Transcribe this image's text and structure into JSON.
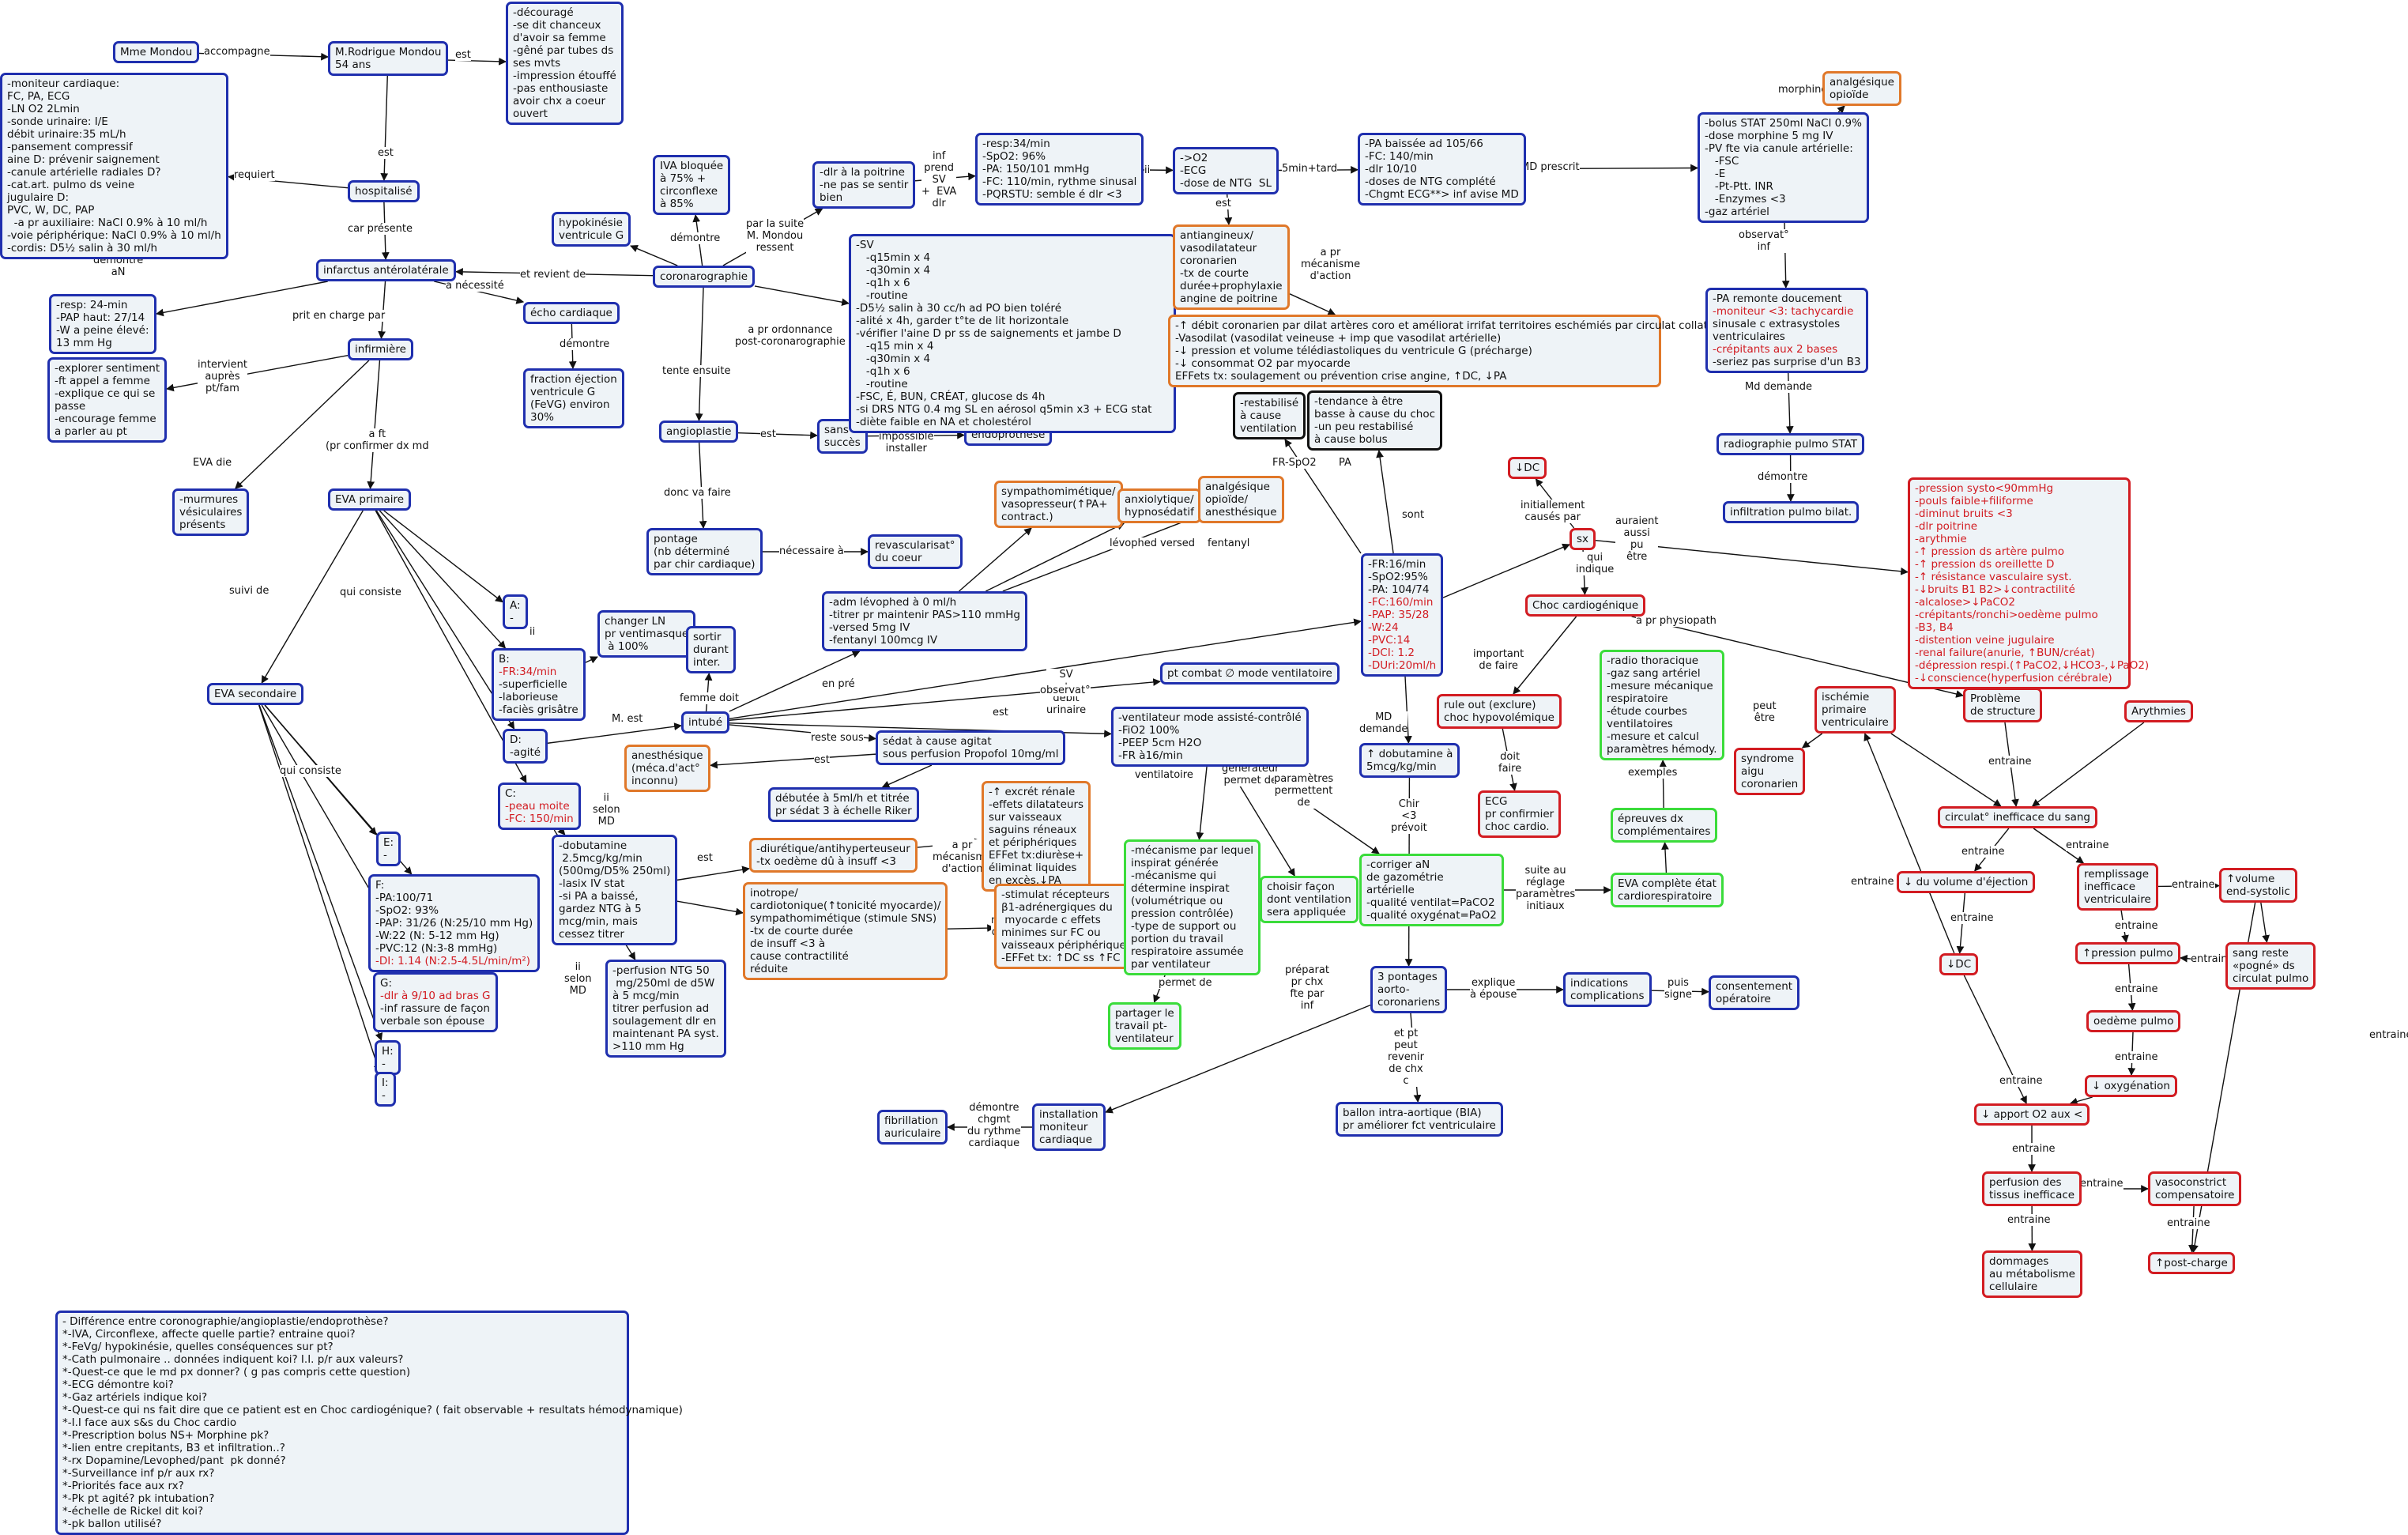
{
  "map": {
    "nodes": [
      {
        "id": "mme",
        "text": "Mme Mondou"
      },
      {
        "id": "mrondou",
        "text": "M.Rodrigue Mondou\n54 ans"
      },
      {
        "id": "decourage",
        "text": "-découragé\n-se dit chanceux\nd'avoir sa femme\n-gêné par tubes ds\nses mvts\n-impression étouffé\n-pas enthousiaste\navoir chx a coeur\nouvert"
      },
      {
        "id": "moniteur",
        "text": "-moniteur cardiaque:\nFC, PA, ECG\n-LN O2 2Lmin\n-sonde urinaire: I/E\ndébit urinaire:35 mL/h\n-pansement compressif\naine D: prévenir saignement\n-canule artérielle radiales D?\n-cat.art. pulmo ds veine\njugulaire D:\nPVC, W, DC, PAP\n  -a pr auxiliaire: NaCl 0.9% à 10 ml/h\n-voie périphérique: NaCl 0.9% à 10 ml/h\n-cordis: D5½ salin à 30 ml/h"
      },
      {
        "id": "hospitalise",
        "text": "hospitalisé"
      },
      {
        "id": "infarctus",
        "text": "infarctus antérolatérale"
      },
      {
        "id": "resp24",
        "text": "-resp: 24-min\n-PAP haut: 27/14\n-W a peine élevé:\n13 mm Hg"
      },
      {
        "id": "infirmiere",
        "text": "infirmière"
      },
      {
        "id": "explorer",
        "text": "-explorer sentiment\n-ft appel a femme\n-explique ce qui se\npasse\n-encourage femme\na parler au pt"
      },
      {
        "id": "murmures",
        "text": "-murmures\nvésiculaires\nprésents"
      },
      {
        "id": "evaprim",
        "text": "EVA primaire"
      },
      {
        "id": "evasec",
        "text": "EVA secondaire"
      },
      {
        "id": "A",
        "text": "A:\n-"
      },
      {
        "id": "B",
        "text": "B:\n-FR:34/min\n-superficielle\n-laborieuse\n-faciès grisâtre"
      },
      {
        "id": "Dag",
        "text": "D:\n-agité"
      },
      {
        "id": "C",
        "text": "C:\n-peau moite\n-FC: 150/min"
      },
      {
        "id": "E",
        "text": "E:\n-"
      },
      {
        "id": "F",
        "text": "F:\n-PA:100/71\n-SpO2: 93%\n-PAP: 31/26 (N:25/10 mm Hg)\n-W:22 (N: 5-12 mm Hg)\n-PVC:12 (N:3-8 mmHg)\n-DI: 1.14 (N:2.5-4.5L/min/m²)"
      },
      {
        "id": "G",
        "text": "G:\n-dlr à 9/10 ad bras G\n-inf rassure de façon\nverbale son épouse"
      },
      {
        "id": "H",
        "text": "H:\n-"
      },
      {
        "id": "I",
        "text": "I:\n-"
      },
      {
        "id": "changerln",
        "text": "changer LN\npr ventimasque\n à 100%"
      },
      {
        "id": "sortir",
        "text": "sortir\ndurant\ninter."
      },
      {
        "id": "intube",
        "text": "intubé"
      },
      {
        "id": "anesthesique",
        "text": "anesthésique\n(méca.d'act°\ninconnu)"
      },
      {
        "id": "sedat",
        "text": "sédat à cause agitat\nsous perfusion Propofol 10mg/ml"
      },
      {
        "id": "debutee",
        "text": "débutée à 5ml/h et titrée\npr sédat 3 à échelle Riker"
      },
      {
        "id": "dobutamine",
        "text": "-dobutamine\n 2.5mcg/kg/min\n(500mg/D5% 250ml)\n-lasix IV stat\n-si PA a baissé,\ngardez NTG à 5\nmcg/min, mais\ncessez titrer"
      },
      {
        "id": "perfntg",
        "text": "-perfusion NTG 50\n mg/250ml de d5W\nà 5 mcg/min\ntitrer perfusion ad\nsoulagement dlr en\nmaintenant PA syst.\n>110 mm Hg"
      },
      {
        "id": "diuretique",
        "text": "-diurétique/antihyperteuseur\n-tx oedème dû à insuff <3"
      },
      {
        "id": "inotrope",
        "text": "inotrope/\ncardiotonique(↑tonicité myocarde)/\nsympathomimétique (stimule SNS)\n-tx de courte durée\nde insuff <3 à\ncause contractilité\nréduite"
      },
      {
        "id": "excret",
        "text": "-↑ excrét rénale\n-effets dilatateurs\nsur vaisseaux\nsaguins réneaux\net périphériques\nEFFet tx:diurèse+\néliminat liquides\nen excès,↓PA"
      },
      {
        "id": "stimulat",
        "text": "-stimulat récepteurs\nβ1-adrénergiques du\n myocarde c effets\nminimes sur FC ou\nvaisseaux périphérique\n-EFFet tx: ↑DC ss ↑FC"
      },
      {
        "id": "hypokinesie",
        "text": "hypokinésie\nventricule G"
      },
      {
        "id": "ivabloq",
        "text": "IVA bloquée\nà 75% +\ncirconflexe\nà 85%"
      },
      {
        "id": "coronaro",
        "text": "coronarographie"
      },
      {
        "id": "echo",
        "text": "écho cardiaque"
      },
      {
        "id": "fraction",
        "text": "fraction éjection\nventricule G\n(FeVG) environ\n30%"
      },
      {
        "id": "angioplastie",
        "text": "angioplastie"
      },
      {
        "id": "sanssucces",
        "text": "sans\nsuccès"
      },
      {
        "id": "endoprothese",
        "text": "endoprothèse"
      },
      {
        "id": "pontage",
        "text": "pontage\n(nb déterminé\npar chir cardiaque)"
      },
      {
        "id": "revasc",
        "text": "revascularisat°\ndu coeur"
      },
      {
        "id": "dlrpoitrine",
        "text": "-dlr à la poitrine\n-ne pas se sentir\nbien"
      },
      {
        "id": "resp34",
        "text": "-resp:34/min\n-SpO2: 96%\n-PA: 150/101 mmHg\n-FC: 110/min, rythme sinusal\n-PQRSTU: semble é dlr <3"
      },
      {
        "id": "sv",
        "text": "-SV\n   -q15min x 4\n   -q30min x 4\n   -q1h x 6\n   -routine\n-D5½ salin à 30 cc/h ad PO bien toléré\n-alité x 4h, garder t°te de lit horizontale\n-vérifier l'aine D pr ss de saignements et jambe D\n   -q15 min x 4\n   -q30min x 4\n   -q1h x 6\n   -routine\n-FSC, É, BUN, CRÉAT, glucose ds 4h\n-si DRS NTG 0.4 mg SL en aérosol q5min x3 + ECG stat\n-diète faible en NA et cholestérol"
      },
      {
        "id": "o2",
        "text": "->O2\n-ECG\n-dose de NTG  SL"
      },
      {
        "id": "antiangineux",
        "text": "antiangineux/\nvasodilatateur\ncoronarien\n-tx de courte\ndurée+prophylaxie\nangine de poitrine"
      },
      {
        "id": "debitcoro",
        "text": "-↑ débit coronarien par dilat artères coro et améliorat irrifat territoires eschémiés par circulat collatérale\n-Vasodilat (vasodilat veineuse + imp que vasodilat artérielle)\n-↓ pression et volume télédiastoliques du ventricule G (précharge)\n-↓ consommat O2 par myocarde\nEFFets tx: soulagement ou prévention crise angine, ↑DC, ↓PA"
      },
      {
        "id": "pabaissee",
        "text": "-PA baissée ad 105/66\n-FC: 140/min\n-dlr 10/10\n-doses de NTG complété\n-Chgmt ECG**> inf avise MD"
      },
      {
        "id": "analgesique1",
        "text": "analgésique\nopioïde"
      },
      {
        "id": "bolus",
        "text": "-bolus STAT 250ml NaCl 0.9%\n-dose morphine 5 mg IV\n-PV fte via canule artérielle:\n   -FSC\n   -E\n   -Pt-Ptt. INR\n   -Enzymes <3\n-gaz artériel"
      },
      {
        "id": "paremonte",
        "text": "-PA remonte doucement\n-moniteur <3: tachycardie\nsinusale c extrasystoles\nventriculaires\n-crépitants aux 2 bases\n-seriez pas surprise d'un B3"
      },
      {
        "id": "radiostat",
        "text": "radiographie pulmo STAT"
      },
      {
        "id": "infiltration",
        "text": "infiltration pulmo bilat."
      },
      {
        "id": "symptoms",
        "text": "-pression systo<90mmHg\n-pouls faible+filiforme\n-diminut bruits <3\n-dlr poitrine\n-arythmie\n-↑ pression ds artère pulmo\n-↑ pression ds oreillette D\n-↑ résistance vasculaire syst.\n-↓bruits B1 B2>↓contractilité\n-alcalose>↓PaCO2\n-crépitants/ronchi>oedème pulmo\n-B3, B4\n-distention veine jugulaire\n-renal failure(anurie, ↑BUN/créat)\n-dépression respi.(↑PaCO2,↓HCO3-,↓PaO2)\n-↓conscience(hyperfusion cérébrale)"
      },
      {
        "id": "restabilise",
        "text": "-restabilisé\nà cause\nventilation"
      },
      {
        "id": "tendance",
        "text": "-tendance à être\nbasse à cause du choc\n-un peu restabilisé\nà cause bolus"
      },
      {
        "id": "ldc",
        "text": "↓DC"
      },
      {
        "id": "sx",
        "text": "sx"
      },
      {
        "id": "sympath",
        "text": "sympathomimétique/\nvasopresseur(↑PA+\ncontract.)"
      },
      {
        "id": "anxiolytique",
        "text": "anxiolytique/\nhypnosédatif"
      },
      {
        "id": "analgesique2",
        "text": "analgésique\nopioïde/\nanesthésique"
      },
      {
        "id": "admlevo",
        "text": "-adm lévophed à 0 ml/h\n-titrer pr maintenir PAS>110 mmHg\n-versed 5mg IV\n-fentanyl 100mcg IV"
      },
      {
        "id": "fr16",
        "text": "-FR:16/min\n-SpO2:95%\n-PA: 104/74\n-FC:160/min\n-PAP: 35/28\n-W:24\n-PVC:14\n-DCI: 1.2\n-DUri:20ml/h"
      },
      {
        "id": "choc",
        "text": "Choc cardiogénique"
      },
      {
        "id": "ptcombat",
        "text": "pt combat ∅ mode ventilatoire"
      },
      {
        "id": "ventilmode",
        "text": "-ventilateur mode assisté-contrôlé\n-FiO2 100%\n-PEEP 5cm H2O\n-FR à16/min"
      },
      {
        "id": "dobut5",
        "text": "↑ dobutamine à\n5mcg/kg/min"
      },
      {
        "id": "ruleout",
        "text": "rule out (exclure)\nchoc hypovolémique"
      },
      {
        "id": "ecgconf",
        "text": "ECG\npr confirmier\nchoc cardio."
      },
      {
        "id": "radiothor",
        "text": "-radio thoracique\n-gaz sang artériel\n-mesure mécanique\nrespiratoire\n-étude courbes\nventilatoires\n-mesure et calcul\nparamètres hémody."
      },
      {
        "id": "epreuves",
        "text": "épreuves dx\ncomplémentaires"
      },
      {
        "id": "evacomplete",
        "text": "EVA complète état\ncardiorespiratoire"
      },
      {
        "id": "mecanisme",
        "text": "-mécanisme par lequel\ninspirat générée\n-mécanisme qui\ndétermine inspirat\n(volumétrique ou\npression contrôlée)\n-type de support ou\nportion du travail\nrespiratoire assumée\npar ventilateur"
      },
      {
        "id": "choisirfacon",
        "text": "choisir façon\ndont ventilation\nsera appliquée"
      },
      {
        "id": "corriger",
        "text": "-corriger aN\nde gazométrie\nartérielle\n-qualité ventilat=PaCO2\n-qualité oxygénat=PaO2"
      },
      {
        "id": "partager",
        "text": "partager le\ntravail pt-\nventilateur"
      },
      {
        "id": "pontages3",
        "text": "3 pontages\naorto-\ncoronariens"
      },
      {
        "id": "indications",
        "text": "indications\ncomplications"
      },
      {
        "id": "consentement",
        "text": "consentement\nopératoire"
      },
      {
        "id": "ballon",
        "text": "ballon intra-aortique (BIA)\npr améliorer fct ventriculaire"
      },
      {
        "id": "installmon",
        "text": "installation\nmoniteur\ncardiaque"
      },
      {
        "id": "fibrillation",
        "text": "fibrillation\nauriculaire"
      },
      {
        "id": "ischemie",
        "text": "ischémie\nprimaire\nventriculaire"
      },
      {
        "id": "syndrome",
        "text": "syndrome\naigu\ncoronarien"
      },
      {
        "id": "probleme",
        "text": "Problème\nde structure"
      },
      {
        "id": "arythmies",
        "text": "Arythmies"
      },
      {
        "id": "circulat",
        "text": "circulat° inefficace du sang"
      },
      {
        "id": "ldvolume",
        "text": "↓ du volume d'éjection"
      },
      {
        "id": "remplissage",
        "text": "remplissage\ninefficace\nventriculaire"
      },
      {
        "id": "volendsys",
        "text": "↑volume\nend-systolic"
      },
      {
        "id": "ldc2",
        "text": "↓DC"
      },
      {
        "id": "pressionpulmo",
        "text": "↑pression pulmo"
      },
      {
        "id": "sangreste",
        "text": "sang reste\n«pogné» ds\ncirculat pulmo"
      },
      {
        "id": "oedeme",
        "text": "oedème pulmo"
      },
      {
        "id": "oxygenation",
        "text": "↓ oxygénation"
      },
      {
        "id": "apporto2",
        "text": "↓ apport O2 aux <"
      },
      {
        "id": "perfusiontissus",
        "text": "perfusion des\ntissus inefficace"
      },
      {
        "id": "vasoconstrict",
        "text": "vasoconstrict\ncompensatoire"
      },
      {
        "id": "dommages",
        "text": "dommages\nau métabolisme\ncellulaire"
      },
      {
        "id": "postcharge",
        "text": "↑post-charge"
      },
      {
        "id": "questions",
        "text": "- Différence entre coronographie/angioplastie/endoprothèse?\n*-IVA, Circonflexe, affecte quelle partie? entraine quoi?\n*-FeVg/ hypokinésie, quelles conséquences sur pt?\n*-Cath pulmonaire .. données indiquent koi? I.I. p/r aux valeurs?\n*-Quest-ce que le md px donner? ( g pas compris cette question)\n*-ECG démontre koi?\n*-Gaz artériels indique koi?\n*-Quest-ce qui ns fait dire que ce patient est en Choc cardiogénique? ( fait observable + resultats hémodynamique)\n*-I.I face aux s&s du Choc cardio\n*-Prescription bolus NS+ Morphine pk?\n*-lien entre crepitants, B3 et infiltration..?\n*-rx Dopamine/Levophed/pant  pk donné?\n*-Surveillance inf p/r aux rx?\n*-Priorités face aux rx?\n*-Pk pt agité? pk intubation?\n*-échelle de Rickel dit koi?\n*-pk ballon utilisé?"
      }
    ],
    "labels": [
      {
        "id": "l1",
        "text": "accompagne"
      },
      {
        "id": "l2",
        "text": "est"
      },
      {
        "id": "l3",
        "text": "est"
      },
      {
        "id": "l4",
        "text": "requiert"
      },
      {
        "id": "l5",
        "text": "car présente"
      },
      {
        "id": "l6",
        "text": "démontre\naN"
      },
      {
        "id": "l7",
        "text": "a nécessité"
      },
      {
        "id": "l8",
        "text": "et revient de"
      },
      {
        "id": "l9",
        "text": "prit en charge par"
      },
      {
        "id": "l10",
        "text": "intervient\nauprès\npt/fam"
      },
      {
        "id": "l11",
        "text": "EVA die"
      },
      {
        "id": "l12",
        "text": "a ft\n(pr confirmer dx md"
      },
      {
        "id": "l13",
        "text": "suivi de"
      },
      {
        "id": "l14",
        "text": "qui consiste"
      },
      {
        "id": "l15",
        "text": "qui consiste"
      },
      {
        "id": "l16",
        "text": "ii"
      },
      {
        "id": "l17",
        "text": "M. est"
      },
      {
        "id": "l18",
        "text": "femme doit"
      },
      {
        "id": "l19",
        "text": "ii\nselon\nMD"
      },
      {
        "id": "l20",
        "text": "ii\nselon\nMD"
      },
      {
        "id": "l21",
        "text": "est"
      },
      {
        "id": "l22",
        "text": "a pr\nmécanisme\nd'action"
      },
      {
        "id": "l23",
        "text": "a pr\nméca.\nd'act°"
      },
      {
        "id": "l24",
        "text": "démontre"
      },
      {
        "id": "l25",
        "text": "par la suite\nM. Mondou\nressent"
      },
      {
        "id": "l26",
        "text": "démontre"
      },
      {
        "id": "l27",
        "text": "a pr ordonnance\npost-coronarographie"
      },
      {
        "id": "l28",
        "text": "tente ensuite"
      },
      {
        "id": "l29",
        "text": "est"
      },
      {
        "id": "l30",
        "text": "car\nimpossible\ninstaller"
      },
      {
        "id": "l31",
        "text": "donc va faire"
      },
      {
        "id": "l32",
        "text": "nécessaire à"
      },
      {
        "id": "l33",
        "text": "inf\nprend\nSV\n+  EVA\ndlr"
      },
      {
        "id": "l34",
        "text": "ii"
      },
      {
        "id": "l35",
        "text": "5min+tard"
      },
      {
        "id": "l36",
        "text": "est"
      },
      {
        "id": "l37",
        "text": "a pr\nmécanisme\nd'action"
      },
      {
        "id": "l38",
        "text": "MD prescrit"
      },
      {
        "id": "l39",
        "text": "morphine"
      },
      {
        "id": "l40",
        "text": "observat°\ninf"
      },
      {
        "id": "l41",
        "text": "Md demande"
      },
      {
        "id": "l42",
        "text": "démontre"
      },
      {
        "id": "l43",
        "text": "FR-SpO2"
      },
      {
        "id": "l44",
        "text": "PA"
      },
      {
        "id": "l45",
        "text": "initiallement\ncausés par"
      },
      {
        "id": "l46",
        "text": "sont"
      },
      {
        "id": "l47",
        "text": "auraient\naussi\npu\nêtre"
      },
      {
        "id": "l48",
        "text": "qui\nindique"
      },
      {
        "id": "l49",
        "text": "lévophed"
      },
      {
        "id": "l50",
        "text": "versed"
      },
      {
        "id": "l51",
        "text": "fentanyl"
      },
      {
        "id": "l52",
        "text": "en pré"
      },
      {
        "id": "l53",
        "text": "SV\n+\ndébit\nurinaire"
      },
      {
        "id": "l54",
        "text": "observat°"
      },
      {
        "id": "l55",
        "text": "est"
      },
      {
        "id": "l56",
        "text": "reste sous"
      },
      {
        "id": "l57",
        "text": "est"
      },
      {
        "id": "l58",
        "text": "est"
      },
      {
        "id": "l59",
        "text": "variables\nqui constituent\nle mode\nventilatoire"
      },
      {
        "id": "l60",
        "text": "type de\ngénérateur\npermet de"
      },
      {
        "id": "l61",
        "text": "paramètres\npermettent\nde"
      },
      {
        "id": "l62",
        "text": "MD\ndemande"
      },
      {
        "id": "l63",
        "text": "important\nde faire"
      },
      {
        "id": "l64",
        "text": "a pr physiopath"
      },
      {
        "id": "l65",
        "text": "doit\nfaire"
      },
      {
        "id": "l66",
        "text": "exemples"
      },
      {
        "id": "l67",
        "text": "suite au\nréglage\nparamètres\ninitiaux"
      },
      {
        "id": "l68",
        "text": "Chir\n<3\nprévoit"
      },
      {
        "id": "l69",
        "text": "permet de"
      },
      {
        "id": "l70",
        "text": "préparat\npr chx\nfte par\ninf"
      },
      {
        "id": "l71",
        "text": "explique\nà épouse"
      },
      {
        "id": "l72",
        "text": "puis\nsigne"
      },
      {
        "id": "l73",
        "text": "et pt\npeut\nrevenir\nde chx\nc"
      },
      {
        "id": "l74",
        "text": "démontre\nchgmt\ndu rythme\ncardiaque"
      },
      {
        "id": "l75",
        "text": "peut\nêtre"
      },
      {
        "id": "l76",
        "text": "entraine"
      },
      {
        "id": "l77",
        "text": "entraine"
      },
      {
        "id": "l78",
        "text": "entraine"
      },
      {
        "id": "l79",
        "text": "entraine"
      },
      {
        "id": "l80",
        "text": "entraine"
      },
      {
        "id": "l81",
        "text": "entraine"
      },
      {
        "id": "l82",
        "text": "entraine"
      },
      {
        "id": "l83",
        "text": "entraine"
      },
      {
        "id": "l84",
        "text": "entraine"
      },
      {
        "id": "l85",
        "text": "entraine"
      },
      {
        "id": "l86",
        "text": "entraine"
      },
      {
        "id": "l87",
        "text": "entraine"
      },
      {
        "id": "l88",
        "text": "entraine"
      },
      {
        "id": "l89",
        "text": "entraine"
      },
      {
        "id": "l90",
        "text": "entraine"
      },
      {
        "id": "l91",
        "text": "entraine"
      }
    ]
  }
}
